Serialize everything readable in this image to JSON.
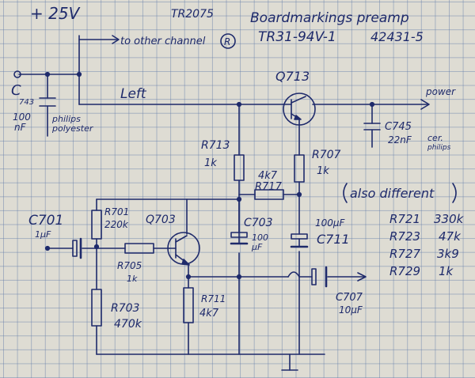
{
  "colors": {
    "ink": "#1e2a6b",
    "paper": "#dedcd3",
    "grid": "#607aa8"
  },
  "header": {
    "supply": "+ 25V",
    "model": "TR2075",
    "board_title": "Boardmarkings preamp",
    "board_code": "TR31-94V-1",
    "board_num": "42431-5",
    "other_channel": "to other channel",
    "channel_R": "R",
    "input_label": "Left",
    "output_label": "power"
  },
  "components": {
    "c743": {
      "ref": "C",
      "ref_sub": "743",
      "value1": "100",
      "value2": "nF",
      "note1": "philips",
      "note2": "polyester"
    },
    "q713": {
      "ref": "Q713"
    },
    "c745": {
      "ref": "C745",
      "value": "22nF",
      "note1": "cer.",
      "note2": "philips"
    },
    "r713": {
      "ref": "R713",
      "value": "1k"
    },
    "r707": {
      "ref": "R707",
      "value": "1k"
    },
    "r717": {
      "ref": "R717",
      "value": "4k7"
    },
    "c701": {
      "ref": "C701",
      "value": "1µF"
    },
    "r701": {
      "ref": "R701",
      "value": "220k"
    },
    "q703": {
      "ref": "Q703"
    },
    "r705": {
      "ref": "R705",
      "value": "1k"
    },
    "c703": {
      "ref": "C703",
      "value1": "100",
      "value2": "µF"
    },
    "c711": {
      "ref": "C711",
      "value": "100µF"
    },
    "r703": {
      "ref": "R703",
      "value": "470k"
    },
    "r711": {
      "ref": "R711",
      "value": "4k7"
    },
    "c707": {
      "ref": "C707",
      "value": "10µF"
    }
  },
  "notes": {
    "title": "also different",
    "items": [
      {
        "ref": "R721",
        "value": "330k"
      },
      {
        "ref": "R723",
        "value": "47k"
      },
      {
        "ref": "R727",
        "value": "3k9"
      },
      {
        "ref": "R729",
        "value": "1k"
      }
    ]
  }
}
